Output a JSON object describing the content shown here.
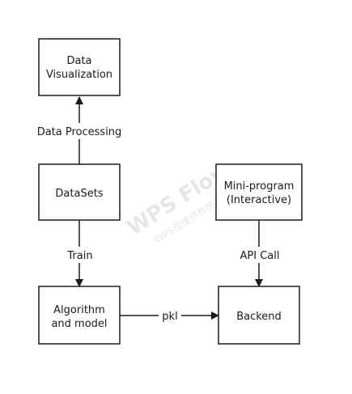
{
  "watermark": {
    "main": "WPS Flow",
    "sub": "WPS仅提供作图服务"
  },
  "nodes": {
    "data_visualization": {
      "line1": "Data",
      "line2": "Visualization"
    },
    "datasets": {
      "line1": "DataSets"
    },
    "algorithm": {
      "line1": "Algorithm",
      "line2": "and model"
    },
    "mini_program": {
      "line1": "Mini-program",
      "line2": "(Interactive)"
    },
    "backend": {
      "line1": "Backend"
    }
  },
  "edges": {
    "data_processing": "Data Processing",
    "train": "Train",
    "api_call": "API Call",
    "pkl": "pkl"
  },
  "colors": {
    "stroke": "#1a1a1a",
    "background": "#ffffff",
    "watermark": "#e6e6e6"
  }
}
